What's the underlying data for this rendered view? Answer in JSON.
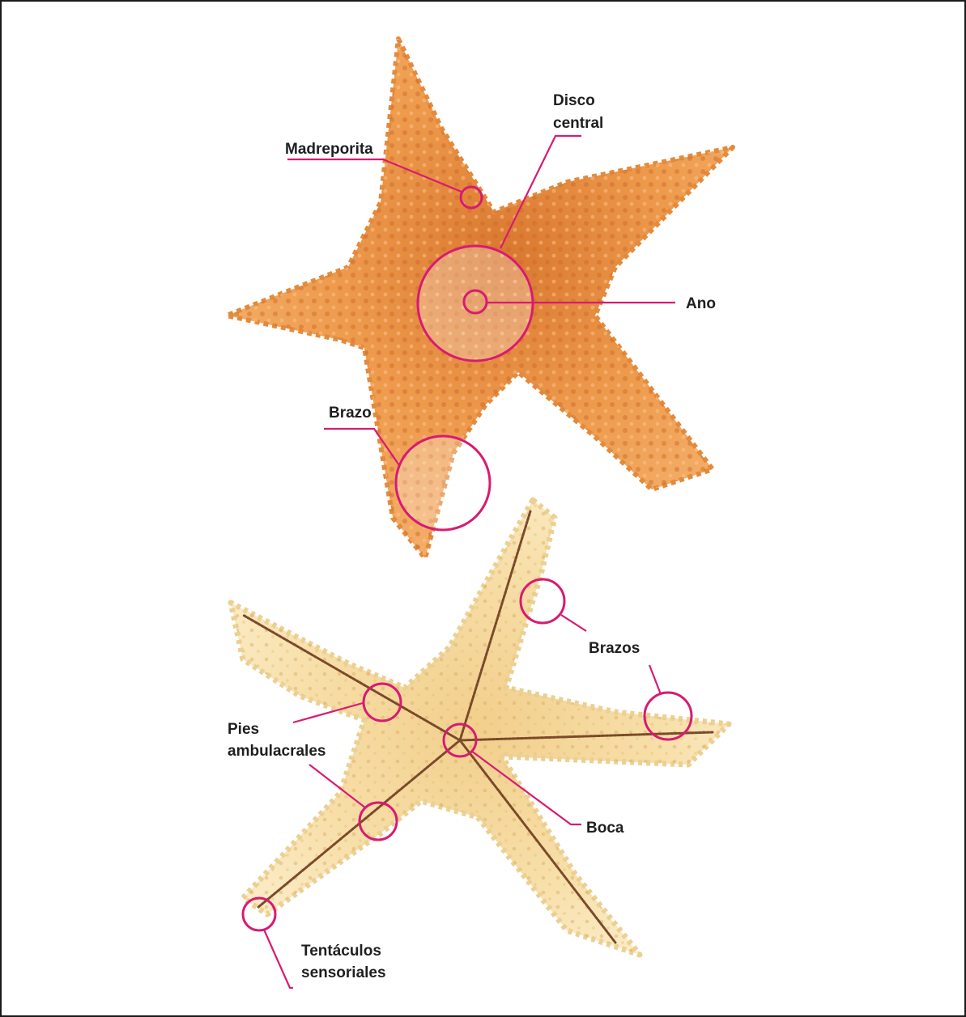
{
  "colors": {
    "accent": "#d81b72",
    "frame": "#1a1a1a",
    "dorsal_star": "#ee9a4c",
    "dorsal_star_dark": "#c9692a",
    "ventral_star": "#f6dca4",
    "ventral_star_dark": "#d9a85e",
    "groove": "#7a4a2a",
    "text": "#1f1f1f"
  },
  "dorsal": {
    "labels": {
      "disco_line1": "Disco",
      "disco_line2": "central",
      "madreporita": "Madreporita",
      "ano": "Ano",
      "brazo": "Brazo"
    }
  },
  "ventral": {
    "labels": {
      "brazos": "Brazos",
      "pies_line1": "Pies",
      "pies_line2": "ambulacrales",
      "boca": "Boca",
      "tentaculos_line1": "Tentáculos",
      "tentaculos_line2": "sensoriales"
    }
  }
}
